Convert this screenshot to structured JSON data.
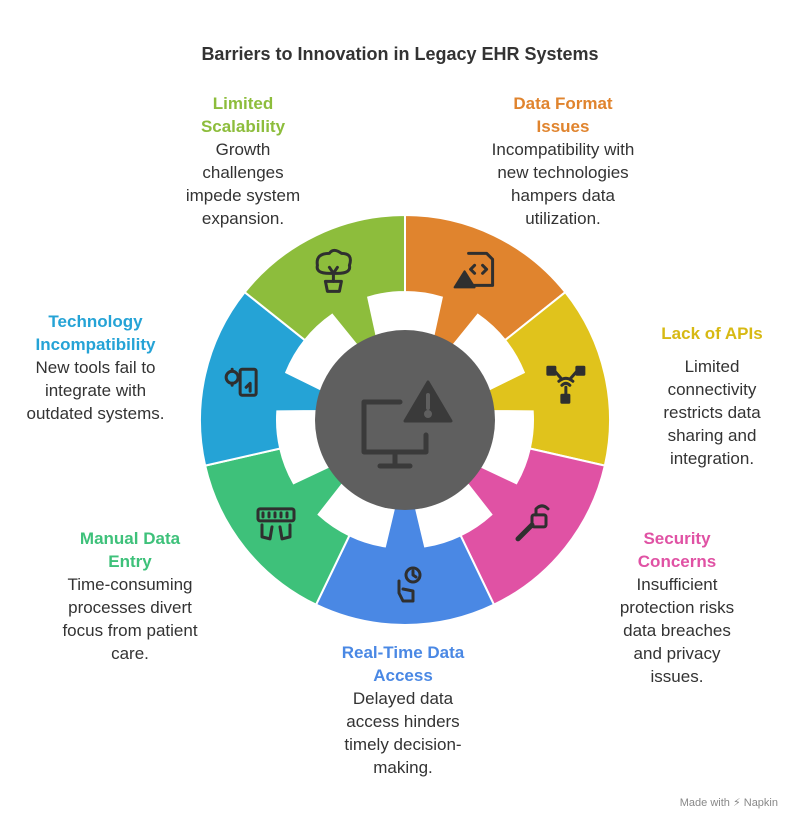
{
  "title": "Barriers to Innovation in Legacy EHR Systems",
  "center_icon": "monitor-warning-icon",
  "segments": [
    {
      "key": "data-format",
      "heading": "Data Format Issues",
      "description": "Incompatibility with new technologies hampers data utilization.",
      "color": "#e0842e",
      "icon": "file-code-warning-icon"
    },
    {
      "key": "apis",
      "heading": "Lack of APIs",
      "description": "Limited connectivity restricts data sharing and integration.",
      "color": "#e0c31c",
      "icon": "network-wifi-icon"
    },
    {
      "key": "security",
      "heading": "Security Concerns",
      "description": "Insufficient protection risks data breaches and privacy issues.",
      "color": "#e052a4",
      "icon": "unlocked-padlock-icon"
    },
    {
      "key": "real-time",
      "heading": "Real-Time Data Access",
      "description": "Delayed data access hinders timely decision-making.",
      "color": "#4a88e4",
      "icon": "clock-touch-icon"
    },
    {
      "key": "manual",
      "heading": "Manual Data Entry",
      "description": "Time-consuming processes divert focus from patient care.",
      "color": "#3ec17a",
      "icon": "keyboard-hands-icon"
    },
    {
      "key": "tech",
      "heading": "Technology Incompatibility",
      "description": "New tools fail to integrate with outdated systems.",
      "color": "#25a3d6",
      "icon": "watch-phone-sync-icon"
    },
    {
      "key": "scalability",
      "heading": "Limited Scalability",
      "description": "Growth challenges impede system expansion.",
      "color": "#8dbd3c",
      "icon": "potted-tree-icon"
    }
  ],
  "footer": {
    "made_with": "Made with",
    "brand": "Napkin"
  }
}
